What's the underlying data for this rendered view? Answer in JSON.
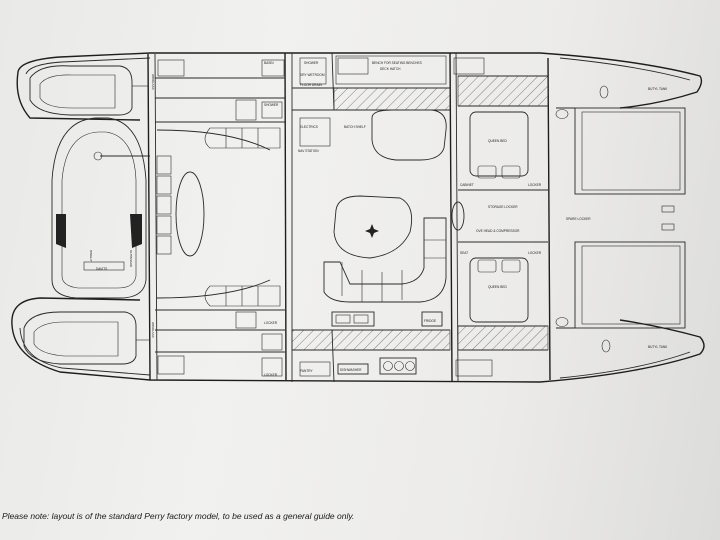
{
  "disclaimer": "Please note: layout is of the standard Perry factory model, to be used as a general guide only.",
  "labels": {
    "basin": "BASIN",
    "shower_top": "SHOWER",
    "dry_wetroom": "DRY WETROOM",
    "floor_drain": "FLOOR DRAIN",
    "shower_left": "SHOWER",
    "electrics": "ELECTRICS",
    "nav_station": "NAV STATION",
    "batch_shelf": "BATCH SHELF",
    "bench_seats": "BENCH FOR SEATING BENCHES",
    "deck_hatch": "DECK HATCH",
    "storage_locker": "STORAGE LOCKER",
    "queen_bed_top": "QUEEN BED",
    "queen_bed_bottom": "QUEEN BED",
    "over_head_compressor": "OVE HEAD & COMPRESSOR",
    "spare_locker": "SPARE LOCKER",
    "butyl_tank_top": "BUTYL TANK",
    "butyl_tank_bottom": "BUTYL TANK",
    "locker_1": "LOCKER",
    "locker_2": "LOCKER",
    "locker_3": "LOCKER",
    "locker_4": "LOCKER",
    "pantry": "PANTRY",
    "fridge": "FRIDGE",
    "dishwasher": "DISHWASHER",
    "dinghy_label": "DINGHY",
    "outboard": "OUTBOARD",
    "dinghy_winch_label": "DAVITS",
    "windlass_top": "WINDLASS",
    "windlass_bottom": "WINDLASS",
    "chart_table": "SEAT",
    "cabinet": "CABINET"
  }
}
